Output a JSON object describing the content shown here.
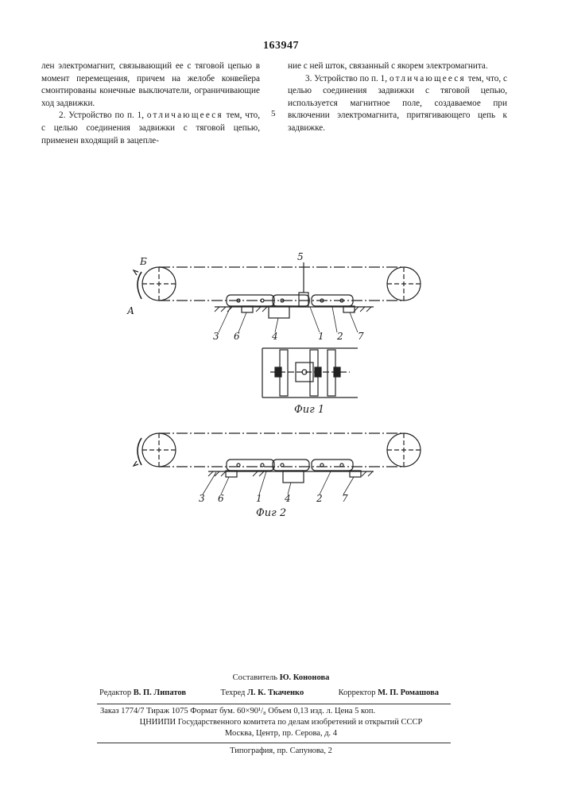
{
  "patent_number": "163947",
  "left_column": {
    "para1": "лен электромагнит, связывающий ее с тяговой цепью в момент перемещения, причем на желобе конвейера смонтированы конечные выключатели, ограничивающие ход задвижки.",
    "para2_start": "2. Устройство по п. 1,",
    "para2_spaced": "отличающееся",
    "para2_rest": "тем, что, с целью соединения задвижки с тяговой цепью, применен входящий в зацепле-"
  },
  "right_column": {
    "para1": "ние с ней шток, связанный с якорем электромагнита.",
    "para2_start": "3. Устройство по п. 1,",
    "para2_spaced": "отличающееся",
    "para2_rest": "тем, что, с целью соединения задвижки с тяговой цепью, используется магнитное поле, создаваемое при включении электромагнита, притягивающего цепь к задвижке."
  },
  "line_number": "5",
  "figure1": {
    "caption": "Фиг 1",
    "labels": {
      "b": "Б",
      "a": "А",
      "l3": "3",
      "l6": "6",
      "l4": "4",
      "l1": "1",
      "l2": "2",
      "l7": "7",
      "l5": "5"
    }
  },
  "figure2": {
    "caption": "Фиг 2",
    "labels": {
      "l3": "3",
      "l6": "6",
      "l1": "1",
      "l4": "4",
      "l2": "2",
      "l7": "7"
    }
  },
  "footer": {
    "compiler_label": "Составитель",
    "compiler_name": "Ю. Кононова",
    "editor_label": "Редактор",
    "editor_name": "В. П. Липатов",
    "techred_label": "Техред",
    "techred_name": "Л. К. Ткаченко",
    "corrector_label": "Корректор",
    "corrector_name": "М. П. Ромашова",
    "order_line": "Заказ 1774/7  Тираж 1075  Формат бум. 60×90¹/₈  Объем 0,13 изд. л.  Цена 5 коп.",
    "org_line1": "ЦНИИПИ Государственного комитета по делам изобретений и открытий СССР",
    "org_line2": "Москва, Центр, пр. Серова, д. 4",
    "printing": "Типография, пр. Сапунова, 2"
  }
}
